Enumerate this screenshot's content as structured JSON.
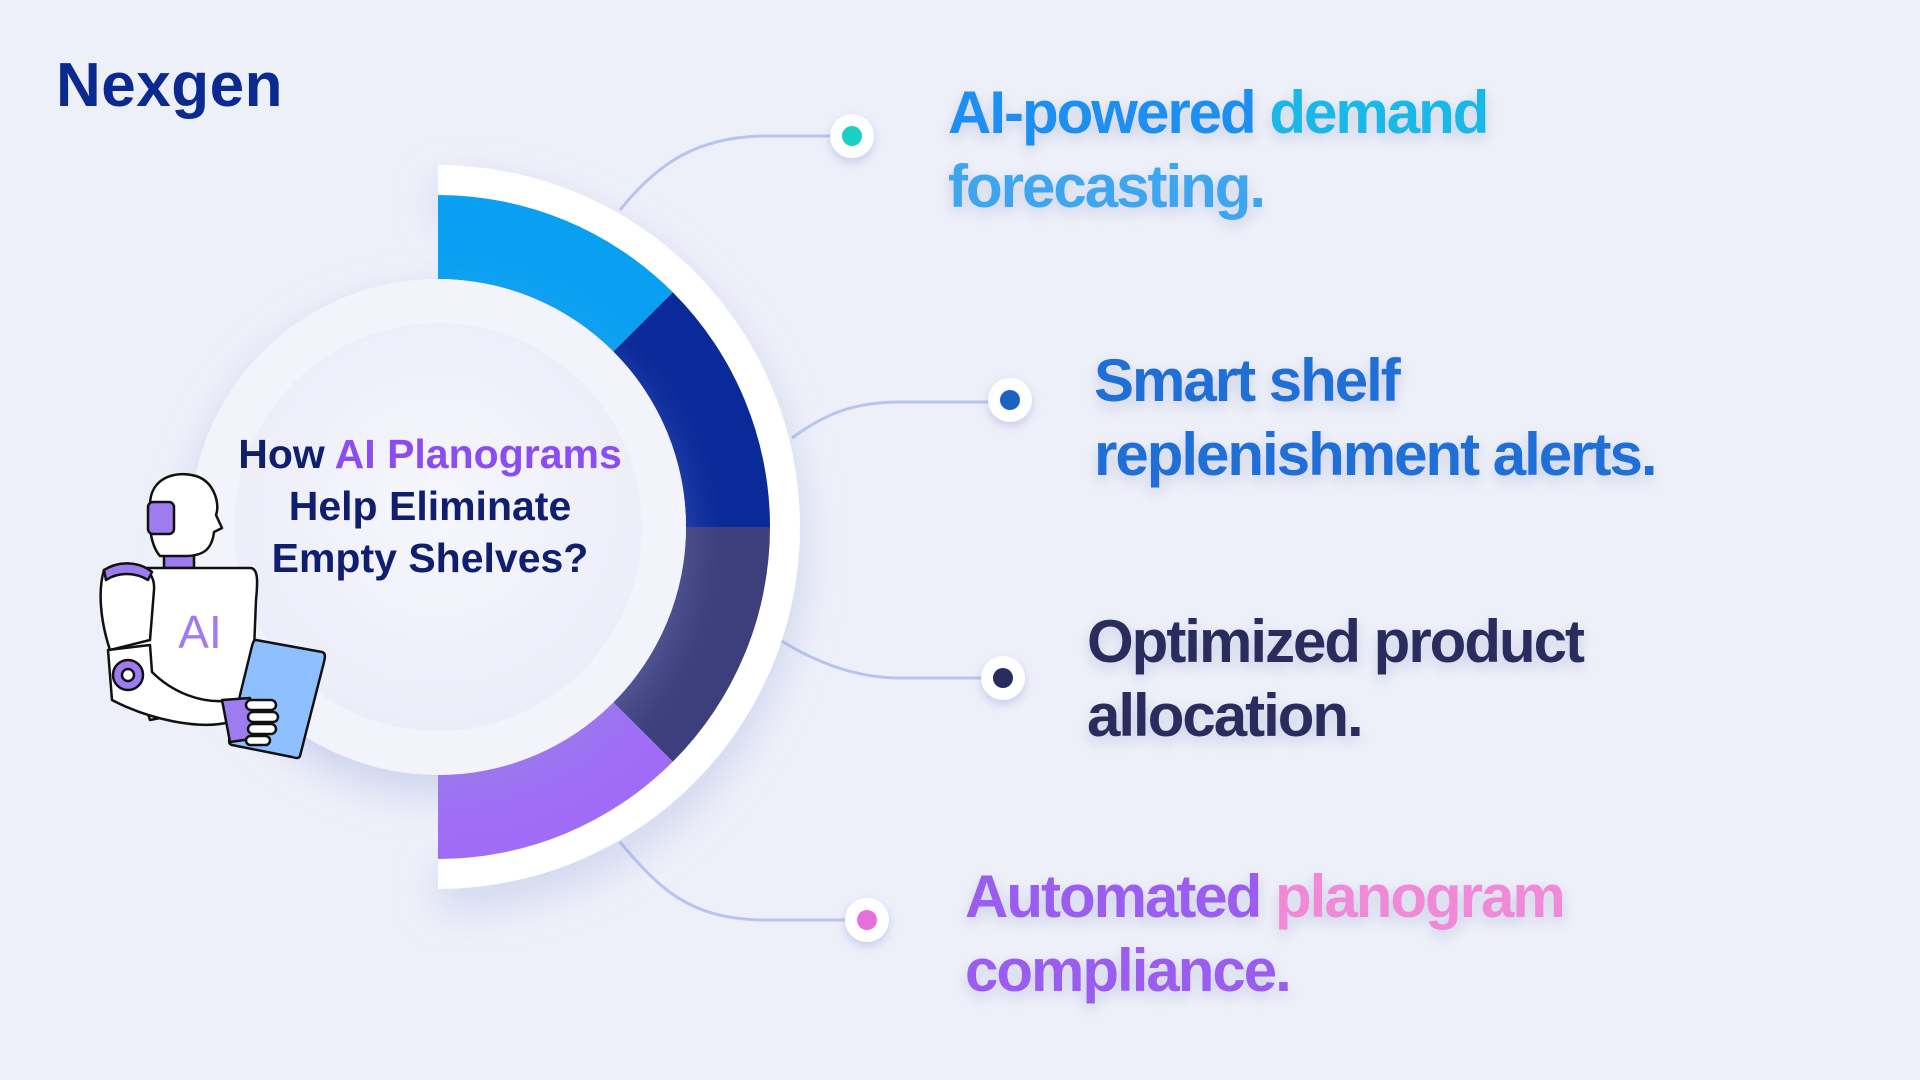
{
  "brand": {
    "name": "Nexgen"
  },
  "center": {
    "title_part1": "How ",
    "title_highlight1": "AI",
    "title_part2": " ",
    "title_highlight2": "Planograms",
    "title_part3": " Help Eliminate Empty Shelves?"
  },
  "robot": {
    "chest_label": "AI"
  },
  "features": [
    {
      "part_a": "AI-powered ",
      "part_b": "demand",
      "part_c": "forecasting.",
      "dot_color": "#1ccfc4"
    },
    {
      "text": "Smart shelf replenishment alerts.",
      "dot_color": "#1b62c4"
    },
    {
      "text": "Optimized product allocation.",
      "dot_color": "#2a2c5e"
    },
    {
      "part_a": "Automated ",
      "part_b": "planogram",
      "part_c": "compliance.",
      "dot_color": "#e66fdc"
    }
  ],
  "colors": {
    "background": "#eef0f9",
    "segment_1": "#0aa0f2",
    "segment_2": "#0a2a9a",
    "segment_3": "#3d3f7c",
    "segment_4": "#a06cf7",
    "brand": "#0b2a8f"
  }
}
